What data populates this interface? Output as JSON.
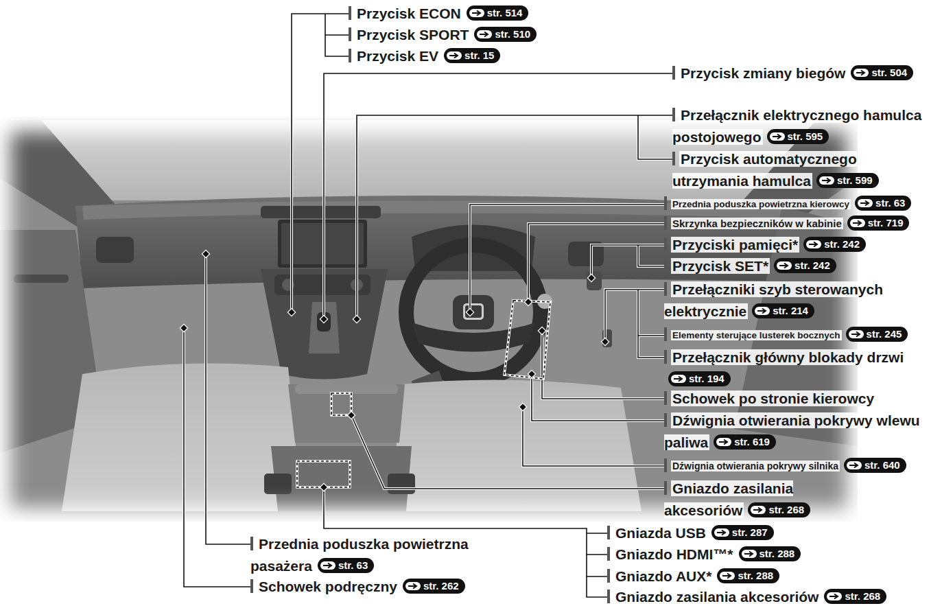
{
  "diagram": {
    "labels": [
      "Przycisk ECON",
      "str. 514",
      "Przycisk SPORT",
      "str. 510",
      "Przycisk EV",
      "str. 15",
      "Przycisk zmiany biegów",
      "str. 504",
      "Przełącznik elektrycznego hamulca postojowego",
      "str. 595",
      "Przycisk automatycznego utrzymania hamulca",
      "str. 599",
      "Przednia poduszka powietrzna kierowcy",
      "str. 63",
      "Skrzynka bezpieczników w kabinie",
      "str. 719",
      "Przyciski pamięci*",
      "str. 242",
      "Przycisk SET*",
      "str. 242",
      "Przełączniki szyb sterowanych elektrycznie",
      "str. 214",
      "Elementy sterujące lusterek bocznych",
      "str. 245",
      "Przełącznik główny blokady drzwi",
      "str. 194",
      "Schowek po stronie kierowcy",
      "Dźwignia otwierania pokrywy wlewu paliwa",
      "str. 619",
      "Dźwignia otwierania pokrywy silnika",
      "str. 640",
      "Gniazdo zasilania akcesoriów",
      "str. 268",
      "Gniazda USB",
      "str. 287",
      "Gniazdo HDMI™*",
      "str. 288",
      "Gniazdo AUX*",
      "str. 288",
      "Gniazdo zasilania akcesoriów",
      "str. 268",
      "Przednia poduszka powietrzna pasażera",
      "str. 63",
      "Schowek podręczny",
      "str. 262"
    ]
  }
}
